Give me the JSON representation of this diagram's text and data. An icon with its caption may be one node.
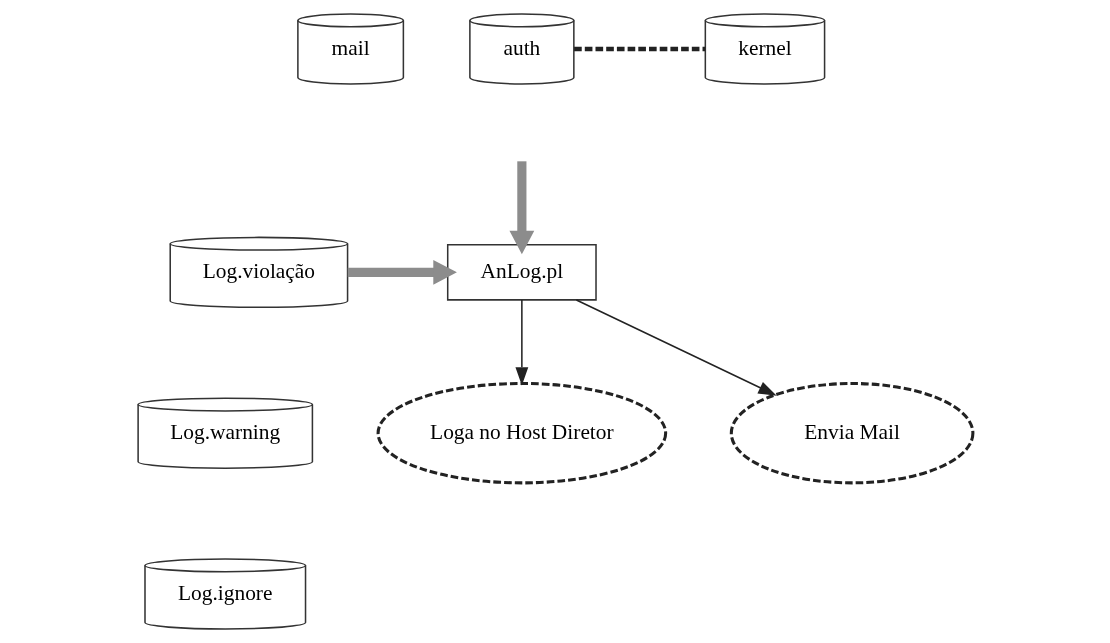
{
  "diagram": {
    "nodes": [
      {
        "text": [
          "mail"
        ]
      },
      {
        "text": [
          "auth"
        ]
      },
      {
        "text": [
          "kernel"
        ]
      },
      {
        "text": [
          "AnLog.pl"
        ]
      },
      {
        "text": [
          "Log.violação"
        ]
      },
      {
        "text": [
          "Log.warning"
        ]
      },
      {
        "text": [
          "Log.ignore"
        ]
      },
      {
        "text": [
          "Envia Mail"
        ]
      },
      {
        "text": [
          "Loga no Host Diretor"
        ]
      }
    ],
    "edges": [
      {
        "from": 1,
        "to": 2,
        "arrow": "none",
        "style": "dashed"
      },
      {
        "from": null,
        "to": 3,
        "arrow": "to",
        "style": "thick",
        "color": "#8c8c8c"
      },
      {
        "from": 4,
        "to": 3,
        "arrow": "to",
        "style": "thick",
        "color": "#8c8c8c"
      },
      {
        "from": 3,
        "to": 7,
        "arrow": "to"
      },
      {
        "from": 3,
        "to": 8,
        "arrow": "to"
      }
    ]
  }
}
